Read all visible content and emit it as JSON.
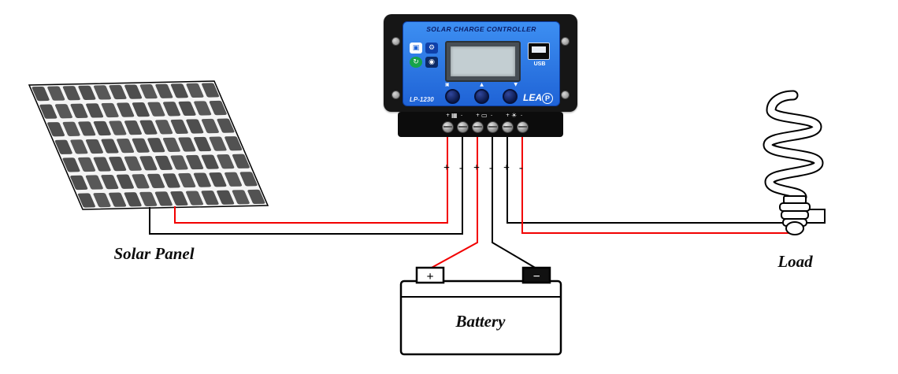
{
  "controller": {
    "title": "SOLAR CHARGE CONTROLLER",
    "model": "LP-1230",
    "brand_prefix": "LEA",
    "brand_suffix": "P",
    "usb_label": "USB",
    "status_icons": [
      {
        "name": "mcu-icon",
        "glyph": "▣"
      },
      {
        "name": "gear-icon",
        "glyph": "⚙"
      },
      {
        "name": "cycle-icon",
        "glyph": "↻"
      },
      {
        "name": "lock-icon",
        "glyph": "◉"
      }
    ],
    "button_glyphs": [
      "▣",
      "▲",
      "▼"
    ],
    "terminal_group_icons": [
      {
        "name": "solar-panel-icon",
        "glyph": "▦"
      },
      {
        "name": "battery-icon",
        "glyph": "▭"
      },
      {
        "name": "lamp-icon",
        "glyph": "☀"
      }
    ],
    "terminal_marks": [
      "+",
      "-",
      "+",
      "-",
      "+",
      "-"
    ]
  },
  "labels": {
    "solar_panel": "Solar Panel",
    "battery": "Battery",
    "load": "Load"
  },
  "battery": {
    "positive_mark": "+",
    "negative_mark": "−"
  },
  "colors": {
    "positive_wire": "#f20000",
    "negative_wire": "#000000",
    "panel_blue": "#2e7ce8",
    "cell_gray": "#4e4e4e"
  }
}
